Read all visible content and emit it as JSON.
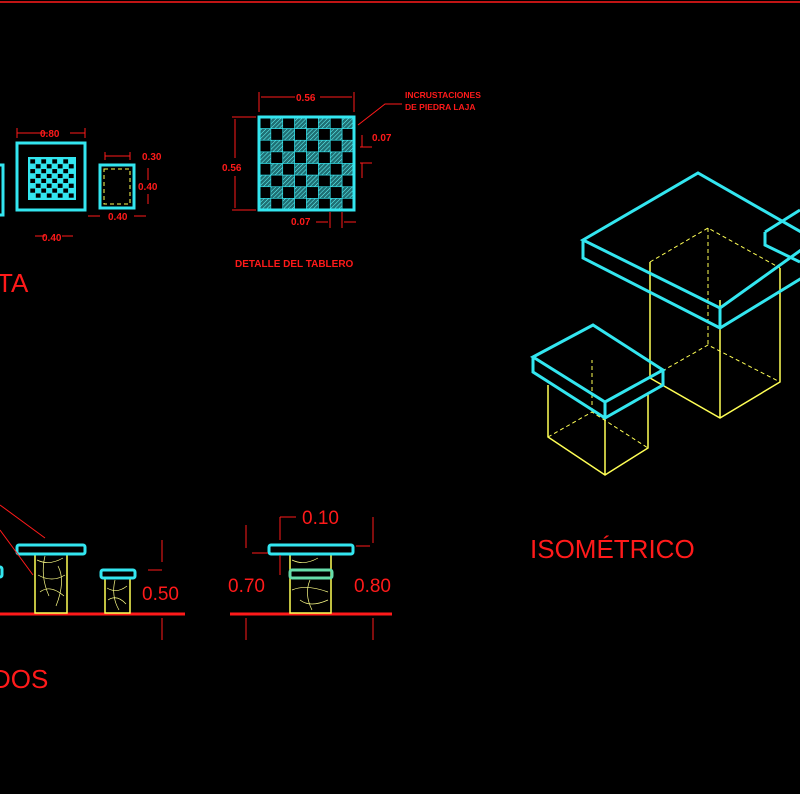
{
  "colors": {
    "background": "#000000",
    "annotation": "#ff1a1a",
    "tabletop": "#33e6f0",
    "pedestal": "#ffff55"
  },
  "plan": {
    "title": "TA",
    "dims": {
      "table_width": "0.80",
      "table_base": "0.40",
      "stool_width": "0.30",
      "stool_depth": "0.40",
      "stool_base": "0.40"
    }
  },
  "detail": {
    "title": "DETALLE DEL TABLERO",
    "note_line1": "INCRUSTACIONES",
    "note_line2": "DE PIEDRA LAJA",
    "width": "0.56",
    "height": "0.56",
    "square_right": "0.07",
    "square_bottom": "0.07"
  },
  "isometric": {
    "title": "ISOMÉTRICO"
  },
  "elevations": {
    "title": "DOS",
    "stool_height": "0.50",
    "top_thickness": "0.10",
    "stool_side": "0.70",
    "table_height": "0.80"
  }
}
